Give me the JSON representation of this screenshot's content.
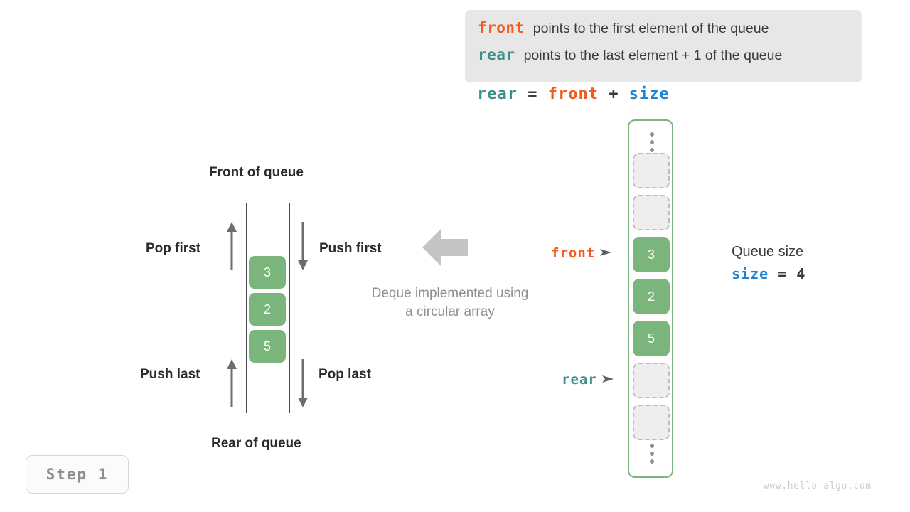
{
  "legend": {
    "lines": [
      {
        "keyword": "front",
        "text": "points to the first element of the queue",
        "color": "#ef5b20"
      },
      {
        "keyword": "rear",
        "text": "points to the last element + 1 of the queue",
        "color": "#3a9188"
      }
    ]
  },
  "formula": {
    "lhs": "rear",
    "eq": "=",
    "rhs1": "front",
    "plus": "+",
    "rhs2": "size"
  },
  "deque": {
    "front_label": "Front of queue",
    "rear_label": "Rear of queue",
    "pop_first_label": "Pop first",
    "push_first_label": "Push first",
    "push_last_label": "Push last",
    "pop_last_label": "Pop last",
    "cells": [
      "3",
      "2",
      "5"
    ],
    "caption_line1": "Deque implemented using",
    "caption_line2": "a circular array"
  },
  "pointers": {
    "front_label": "front",
    "rear_label": "rear"
  },
  "array": {
    "slots": [
      {
        "value": "",
        "state": "empty"
      },
      {
        "value": "",
        "state": "empty"
      },
      {
        "value": "3",
        "state": "filled"
      },
      {
        "value": "2",
        "state": "filled"
      },
      {
        "value": "5",
        "state": "filled"
      },
      {
        "value": "",
        "state": "empty"
      },
      {
        "value": "",
        "state": "empty"
      }
    ]
  },
  "queue_size": {
    "title": "Queue size",
    "var": "size",
    "eq": "=",
    "value": "4"
  },
  "step": {
    "label": "Step 1"
  },
  "watermark": {
    "text": "www.hello-algo.com"
  },
  "colors": {
    "green": "#7ab57c",
    "green_border": "#7ab57c",
    "orange": "#ef5b20",
    "teal": "#3a9188",
    "blue": "#1a84d6",
    "gray_arrow": "#c4c4c4",
    "legend_bg": "#e7e7e7"
  }
}
